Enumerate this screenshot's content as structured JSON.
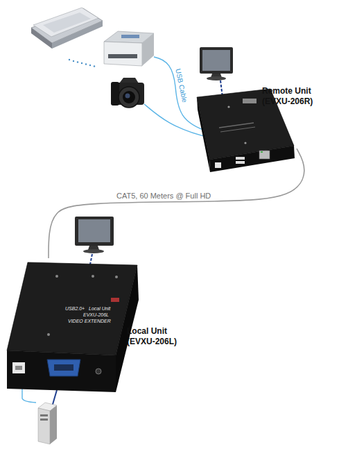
{
  "diagram": {
    "nodes": [
      {
        "text": [
          "Remote Unit (EVXU-206R)"
        ]
      },
      {
        "text": [
          "Local Unit (EVXU-206L)",
          "USB2.0+",
          "Local Unit",
          "EVXU-206L",
          "VIDEO EXTENDER"
        ]
      }
    ],
    "edges": [
      {
        "from": 0,
        "to": 1,
        "arrow": "none",
        "label": "CAT5, 60 Meters @ Full HD"
      }
    ],
    "labels": [
      "USB Cable"
    ]
  }
}
